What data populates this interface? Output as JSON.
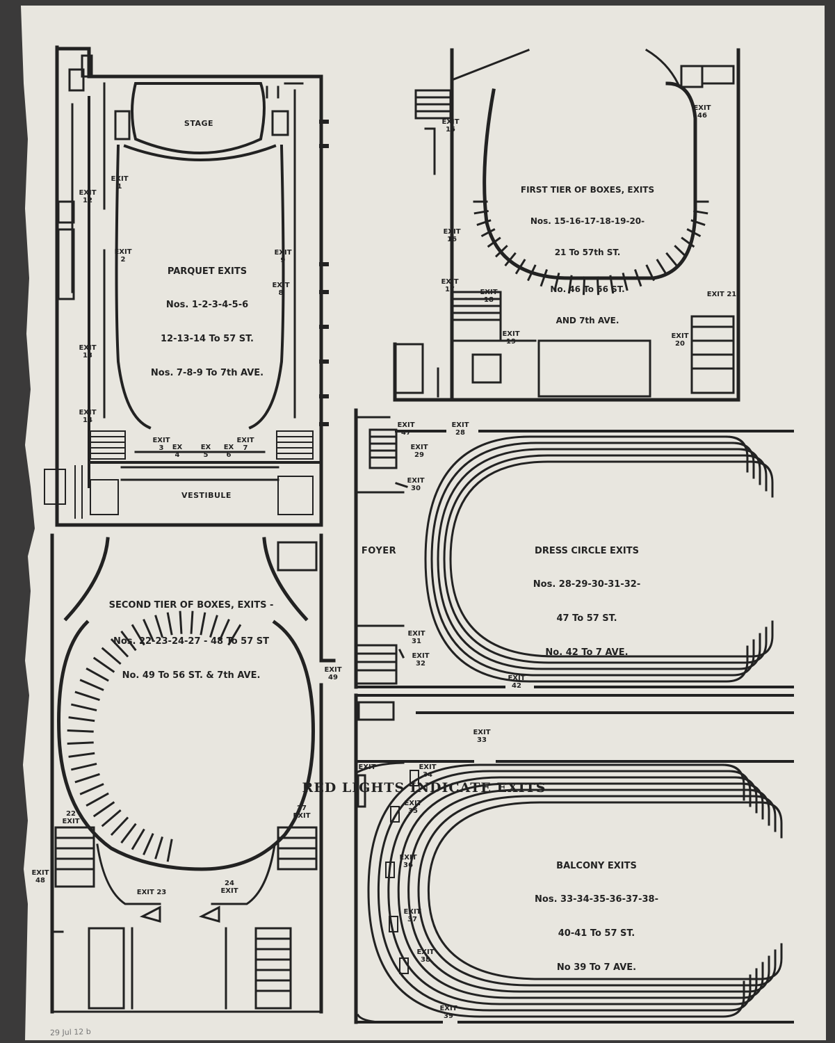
{
  "colors": {
    "paper": "#e8e6df",
    "ink": "#222222",
    "backdrop": "#3b3a3a"
  },
  "room_labels": {
    "stage": "STAGE",
    "vestibule": "VESTIBULE",
    "foyer": "FOYER"
  },
  "sections": {
    "parquet": {
      "title": "PARQUET EXITS",
      "lines": [
        "Nos. 1-2-3-4-5-6",
        "12-13-14 To 57 ST.",
        "Nos. 7-8-9 To 7th AVE."
      ]
    },
    "first_tier": {
      "title": "FIRST TIER OF BOXES, EXITS",
      "lines": [
        "Nos. 15-16-17-18-19-20-",
        "21 To 57th ST.",
        "No. 46 To 56 ST.",
        "AND 7th AVE."
      ]
    },
    "second_tier": {
      "title": "SECOND TIER OF BOXES, EXITS -",
      "lines": [
        "Nos. 22-23-24-27 - 48 To 57 ST",
        "No. 49 To 56 ST. & 7th AVE."
      ]
    },
    "dress_circle": {
      "title": "DRESS CIRCLE EXITS",
      "lines": [
        "Nos. 28-29-30-31-32-",
        "47 To 57 ST.",
        "No. 42 To 7 AVE."
      ]
    },
    "balcony": {
      "title": "BALCONY EXITS",
      "lines": [
        "Nos. 33-34-35-36-37-38-",
        "40-41 To 57 ST.",
        "No 39 To 7 AVE."
      ]
    }
  },
  "exits": [
    "EXIT\n1",
    "EXIT\n2",
    "EXIT\n3",
    "EX\n4",
    "EX\n5",
    "EX\n6",
    "EXIT\n7",
    "EXIT\n8",
    "EXIT\n9",
    "EXIT\n12",
    "EXIT\n13",
    "EXIT\n14",
    "EXIT\n15",
    "EXIT\n16",
    "EXIT\n17",
    "EXIT\n18",
    "EXIT\n19",
    "EXIT\n20",
    "EXIT 21",
    "EXIT\n46",
    "22\nEXIT",
    "EXIT 23",
    "24\nEXIT",
    "27\nEXIT",
    "EXIT\n48",
    "EXIT\n49",
    "EXIT\n47",
    "EXIT\n28",
    "EXIT\n29",
    "EXIT\n30",
    "EXIT\n31",
    "EXIT\n32",
    "EXIT\n42",
    "EXIT\n33",
    "EXIT\n34",
    "EXIT\n35",
    "EXIT\n36",
    "EXIT\n37",
    "EXIT\n38",
    "EXIT\n39",
    "EXIT"
  ],
  "footer": "RED LIGHTS INDICATE EXITS",
  "pencil_note": "29 Jul 12 b"
}
